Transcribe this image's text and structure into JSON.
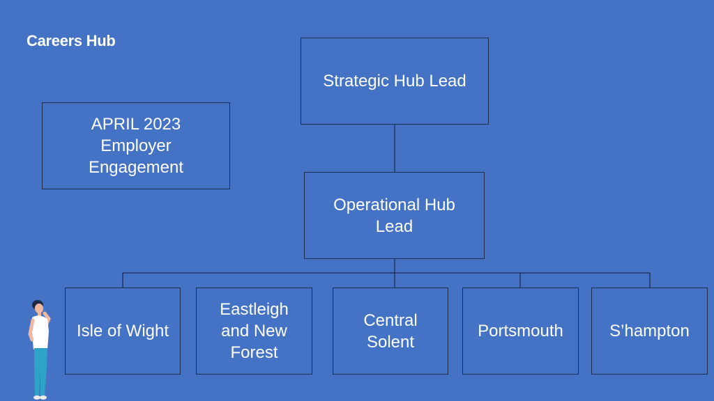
{
  "title": "Careers Hub",
  "colors": {
    "background": "#4472c4",
    "border": "#1f2d4f",
    "text": "#ffffff"
  },
  "note_box": "APRIL 2023\nEmployer\nEngagement",
  "org_chart": {
    "root": "Strategic Hub Lead",
    "middle": "Operational Hub\nLead",
    "leaves": [
      "Isle of Wight",
      "Eastleigh\nand New\nForest",
      "Central\nSolent",
      "Portsmouth",
      "S’hampton"
    ]
  }
}
